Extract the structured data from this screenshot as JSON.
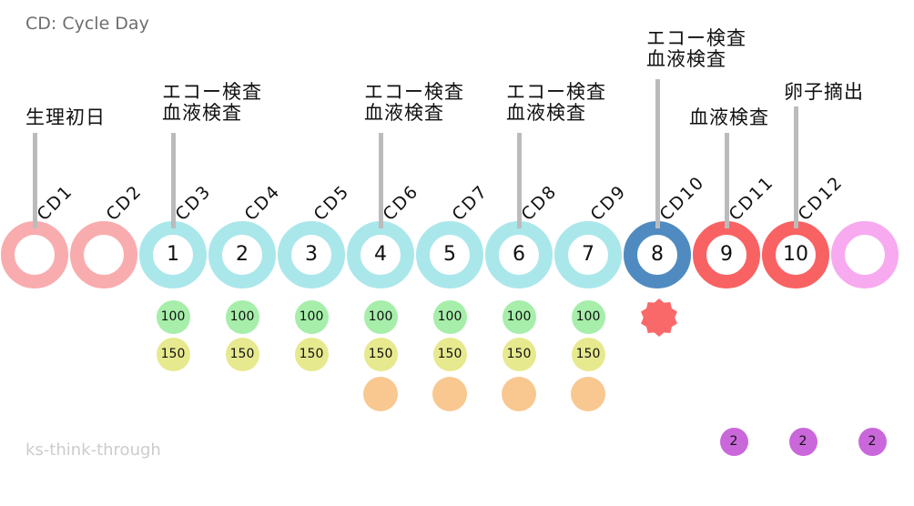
{
  "title": "CD: Cycle Day",
  "watermark": "ks-think-through",
  "annotations": [
    {
      "lines": [
        "生理初日"
      ],
      "target_cd": "CD1"
    },
    {
      "lines": [
        "エコー検査",
        "血液検査"
      ],
      "target_cd": "CD3"
    },
    {
      "lines": [
        "エコー検査",
        "血液検査"
      ],
      "target_cd": "CD6"
    },
    {
      "lines": [
        "エコー検査",
        "血液検査"
      ],
      "target_cd": "CD8"
    },
    {
      "lines": [
        "エコー検査",
        "血液検査"
      ],
      "target_cd": "CD10"
    },
    {
      "lines": [
        "血液検査"
      ],
      "target_cd": "CD11"
    },
    {
      "lines": [
        "卵子摘出"
      ],
      "target_cd": "CD12"
    }
  ],
  "days": [
    {
      "cd_label": "CD1",
      "ring": "pink",
      "number": "",
      "dots": []
    },
    {
      "cd_label": "CD2",
      "ring": "pink",
      "number": "",
      "dots": []
    },
    {
      "cd_label": "CD3",
      "ring": "cyan",
      "number": "1",
      "dots": [
        "dose100",
        "dose150"
      ]
    },
    {
      "cd_label": "CD4",
      "ring": "cyan",
      "number": "2",
      "dots": [
        "dose100",
        "dose150"
      ]
    },
    {
      "cd_label": "CD5",
      "ring": "cyan",
      "number": "3",
      "dots": [
        "dose100",
        "dose150"
      ]
    },
    {
      "cd_label": "CD6",
      "ring": "cyan",
      "number": "4",
      "dots": [
        "dose100",
        "dose150",
        "orange"
      ]
    },
    {
      "cd_label": "CD7",
      "ring": "cyan",
      "number": "5",
      "dots": [
        "dose100",
        "dose150",
        "orange"
      ]
    },
    {
      "cd_label": "CD8",
      "ring": "cyan",
      "number": "6",
      "dots": [
        "dose100",
        "dose150",
        "orange"
      ]
    },
    {
      "cd_label": "CD9",
      "ring": "cyan",
      "number": "7",
      "dots": [
        "dose100",
        "dose150",
        "orange"
      ]
    },
    {
      "cd_label": "CD10",
      "ring": "blue",
      "number": "8",
      "dots": [
        "star"
      ]
    },
    {
      "cd_label": "CD11",
      "ring": "red",
      "number": "9",
      "dots": [
        "purple"
      ]
    },
    {
      "cd_label": "CD12",
      "ring": "red",
      "number": "10",
      "dots": [
        "purple"
      ]
    },
    {
      "cd_label": "",
      "ring": "violet",
      "number": "",
      "dots": [
        "purple"
      ]
    }
  ],
  "ring_colors": {
    "pink": "#F9ACAE",
    "cyan": "#AAE7EB",
    "blue": "#4F8BC0",
    "red": "#F96263",
    "violet": "#F7AAEF"
  },
  "dot_types": {
    "dose100": {
      "label": "100",
      "color": "#A6EEAA"
    },
    "dose150": {
      "label": "150",
      "color": "#E7E98F"
    },
    "orange": {
      "label": "",
      "color": "#F8C890"
    },
    "star": {
      "label": "",
      "color": "#F9696A"
    },
    "purple": {
      "label": "2",
      "color": "#CA67DB"
    }
  },
  "line_color": "#BBBBBB"
}
